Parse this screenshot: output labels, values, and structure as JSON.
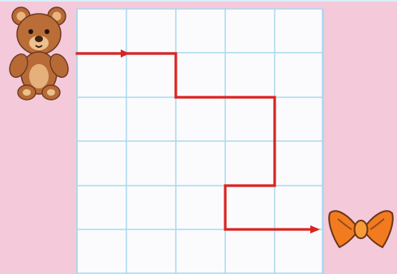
{
  "game": {
    "type": "grid-path-puzzle",
    "grid": {
      "columns": 5,
      "rows": 6
    },
    "start": "teddy-bear",
    "goal": "bow-tie",
    "path_moves": [
      "right",
      "right",
      "down",
      "right",
      "right",
      "down",
      "down",
      "left",
      "down"
    ],
    "colors": {
      "background": "#f4c9da",
      "grid_line": "#9ed3ee",
      "path": "#d92421",
      "bear_fur": "#b86a36",
      "bow": "#f27b1f"
    },
    "icons": [
      "teddy-bear-icon",
      "bow-tie-icon",
      "arrow-icon"
    ]
  }
}
